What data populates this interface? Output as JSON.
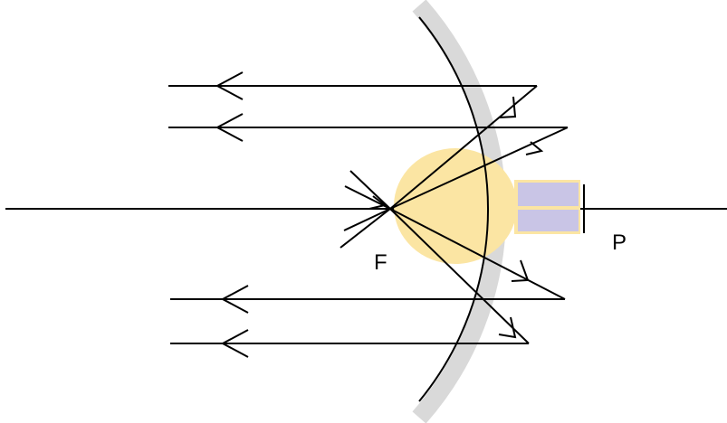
{
  "labels": {
    "focus": "F",
    "pole": "P"
  },
  "colors": {
    "background": "#ffffff",
    "ray": "#000000",
    "mirror_line": "#000000",
    "mirror_backing": "#d9d9d9",
    "bulb_glow": "#fbe5a3",
    "bulb_base": "#c9c5e6",
    "bulb_base_border": "#fbe5a3"
  },
  "icons": {
    "mirror": "concave-mirror",
    "bulb": "light-bulb",
    "arrow": "arrowhead"
  }
}
